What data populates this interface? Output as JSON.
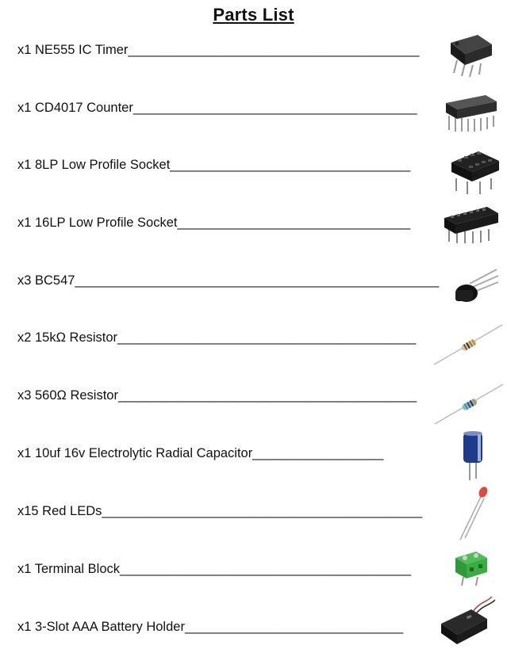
{
  "title": "Parts List",
  "parts": [
    {
      "text": "x1 NE555 IC Timer________________________________________",
      "icon": "dip8-chip-icon"
    },
    {
      "text": "x1 CD4017 Counter_______________________________________",
      "icon": "dip16-chip-icon"
    },
    {
      "text": "x1 8LP Low Profile Socket_________________________________",
      "icon": "dip8-socket-icon"
    },
    {
      "text": "x1 16LP Low Profile Socket________________________________",
      "icon": "dip16-socket-icon"
    },
    {
      "text": "x3 BC547__________________________________________________",
      "icon": "transistor-icon"
    },
    {
      "text": "x2 15kΩ Resistor_________________________________________",
      "icon": "resistor-icon"
    },
    {
      "text": "x3 560Ω Resistor_________________________________________",
      "icon": "resistor-icon"
    },
    {
      "text": "x1 10uf 16v Electrolytic Radial Capacitor__________________",
      "icon": "capacitor-icon"
    },
    {
      "text": "x15 Red LEDs____________________________________________",
      "icon": "led-icon"
    },
    {
      "text": "x1 Terminal Block________________________________________",
      "icon": "terminal-block-icon"
    },
    {
      "text": "x1 3-Slot AAA Battery Holder______________________________",
      "icon": "battery-holder-icon"
    }
  ]
}
